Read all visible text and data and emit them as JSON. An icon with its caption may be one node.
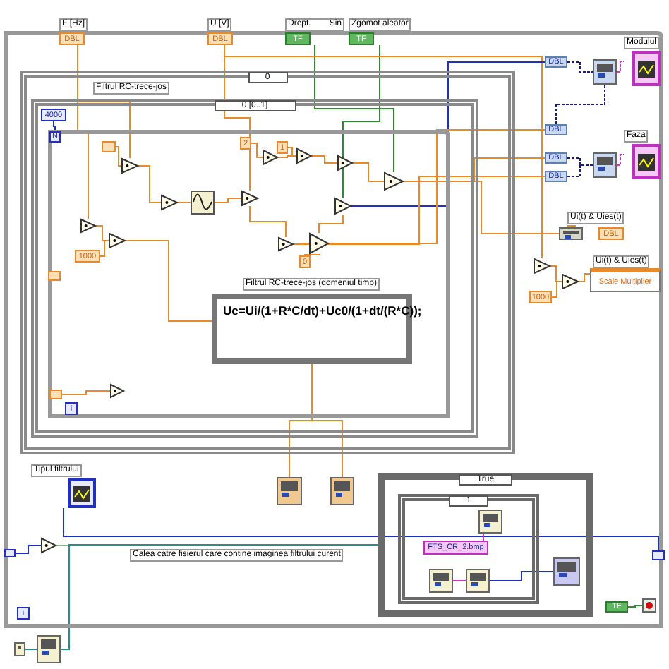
{
  "diagram": {
    "nodes": [
      {
        "text": [],
        "shape": "box"
      },
      {
        "text": [
          "0"
        ],
        "in": 0
      },
      {
        "text": [
          "0 [0..1]"
        ],
        "in": 1
      },
      {
        "text": [],
        "shape": "box",
        "in": 2
      },
      {
        "text": [
          "Filtrul RC-trece-jos (domeniul timp)",
          "Uc=Ui/(1+R*C/dt)+Uc0/(1+dt/(R*C));"
        ],
        "in": 3
      },
      {
        "text": [
          "F [Hz]",
          "DBL"
        ],
        "in": 0
      },
      {
        "text": [
          "U [V]",
          "DBL"
        ],
        "in": 0
      },
      {
        "text": [
          "Drept.",
          "Sin",
          "TF"
        ],
        "in": 0
      },
      {
        "text": [
          "Zgomot aleator",
          "TF"
        ],
        "in": 0
      },
      {
        "text": [
          "4000"
        ],
        "in": 2
      },
      {
        "text": [
          "N"
        ],
        "in": 3
      },
      {
        "text": [],
        "shape": "triangle",
        "in": 3
      },
      {
        "text": [],
        "shape": "box",
        "in": 3
      },
      {
        "text": [],
        "shape": "triangle",
        "in": 3
      },
      {
        "text": [],
        "shape": "box",
        "in": 3
      },
      {
        "text": [],
        "shape": "triangle",
        "in": 3
      },
      {
        "text": [
          "2"
        ],
        "in": 3
      },
      {
        "text": [],
        "shape": "triangle",
        "in": 3
      },
      {
        "text": [
          "1"
        ],
        "in": 3
      },
      {
        "text": [],
        "shape": "triangle",
        "in": 3
      },
      {
        "text": [],
        "shape": "triangle",
        "in": 3
      },
      {
        "text": [],
        "shape": "triangle",
        "in": 3
      },
      {
        "text": [
          "1000"
        ],
        "in": 3
      },
      {
        "text": [],
        "shape": "triangle",
        "in": 3
      },
      {
        "text": [],
        "shape": "triangle",
        "in": 3
      },
      {
        "text": [
          "0"
        ],
        "in": 3
      },
      {
        "text": [],
        "shape": "triangle",
        "in": 3
      },
      {
        "text": [],
        "shape": "triangle",
        "in": 3
      },
      {
        "text": [],
        "shape": "triangle",
        "in": 3
      },
      {
        "text": [],
        "shape": "triangle",
        "in": 3
      },
      {
        "text": [],
        "shape": "box",
        "in": 3
      },
      {
        "text": [
          "i"
        ],
        "in": 3
      },
      {
        "text": [],
        "shape": "box",
        "in": 3
      },
      {
        "text": [
          "DBL"
        ],
        "in": 0
      },
      {
        "text": [
          "DBL"
        ],
        "in": 0
      },
      {
        "text": [
          "DBL"
        ],
        "in": 0
      },
      {
        "text": [
          "DBL"
        ],
        "in": 0
      },
      {
        "text": [],
        "shape": "box",
        "in": 0
      },
      {
        "text": [],
        "shape": "box",
        "in": 0
      },
      {
        "text": [
          "Modulul"
        ],
        "in": 0
      },
      {
        "text": [
          "Faza"
        ],
        "in": 0
      },
      {
        "text": [],
        "shape": "box",
        "in": 0
      },
      {
        "text": [
          "Ui(t) & Uies(t)",
          "DBL"
        ],
        "in": 0
      },
      {
        "text": [],
        "shape": "triangle",
        "in": 0
      },
      {
        "text": [],
        "shape": "triangle",
        "in": 0
      },
      {
        "text": [
          "1000"
        ],
        "in": 0
      },
      {
        "text": [
          "Ui(t) & Uies(t)",
          "Scale Multiplier"
        ],
        "in": 0
      },
      {
        "text": [
          "Tipul filtrului"
        ],
        "in": 0
      },
      {
        "text": [],
        "shape": "box",
        "in": 0
      },
      {
        "text": [],
        "shape": "box",
        "in": 0
      },
      {
        "text": [],
        "shape": "triangle",
        "in": 0
      },
      {
        "text": [
          "True"
        ],
        "in": 0
      },
      {
        "text": [
          "1"
        ],
        "in": 51
      },
      {
        "text": [],
        "shape": "box",
        "in": 52
      },
      {
        "text": [
          "FTS_CR_2.bmp"
        ],
        "in": 52
      },
      {
        "text": [],
        "shape": "box",
        "in": 52
      },
      {
        "text": [],
        "shape": "box",
        "in": 52
      },
      {
        "text": [],
        "shape": "box",
        "in": 51
      },
      {
        "text": [
          "TF"
        ],
        "in": 0
      },
      {
        "text": [],
        "shape": "box",
        "in": 0
      },
      {
        "text": [],
        "shape": "box",
        "in": 0
      },
      {
        "text": [],
        "shape": "box"
      },
      {
        "text": [],
        "shape": "box"
      },
      {
        "text": [],
        "shape": "box",
        "in": 0
      },
      {
        "text": [
          "i"
        ],
        "in": 0
      }
    ],
    "edges": [
      {
        "from": 5,
        "to": 11,
        "arrow": "none"
      },
      {
        "from": 5,
        "to": 20,
        "arrow": "none"
      },
      {
        "from": 12,
        "to": 11,
        "arrow": "none"
      },
      {
        "from": 11,
        "to": 13,
        "arrow": "none"
      },
      {
        "from": 13,
        "to": 14,
        "arrow": "none"
      },
      {
        "from": 14,
        "to": 15,
        "arrow": "none"
      },
      {
        "from": 6,
        "to": 15,
        "arrow": "none"
      },
      {
        "from": 16,
        "to": 17,
        "arrow": "none"
      },
      {
        "from": 18,
        "to": 19,
        "arrow": "none"
      },
      {
        "from": 17,
        "to": 19,
        "arrow": "none"
      },
      {
        "from": 7,
        "to": 26,
        "arrow": "none",
        "color": "#2e8b2e"
      },
      {
        "from": 8,
        "to": 28,
        "arrow": "none",
        "color": "#2e8b2e"
      },
      {
        "from": 15,
        "to": 23,
        "arrow": "none"
      },
      {
        "from": 23,
        "to": 24,
        "arrow": "none"
      },
      {
        "from": 25,
        "to": 24,
        "arrow": "none"
      },
      {
        "from": 19,
        "to": 27,
        "arrow": "none"
      },
      {
        "from": 27,
        "to": 26,
        "arrow": "none"
      },
      {
        "from": 24,
        "to": 28,
        "arrow": "none"
      },
      {
        "from": 20,
        "to": 21,
        "arrow": "none"
      },
      {
        "from": 22,
        "to": 21,
        "arrow": "none"
      },
      {
        "from": 21,
        "to": 4,
        "arrow": "none"
      },
      {
        "from": 30,
        "to": 29,
        "arrow": "none"
      },
      {
        "from": 9,
        "to": 10,
        "arrow": "none",
        "color": "#2030c0"
      },
      {
        "from": 26,
        "to": 41,
        "arrow": "none"
      },
      {
        "from": 41,
        "to": 42,
        "arrow": "none"
      },
      {
        "from": 6,
        "to": 43,
        "arrow": "none"
      },
      {
        "from": 43,
        "to": 44,
        "arrow": "none"
      },
      {
        "from": 45,
        "to": 44,
        "arrow": "none"
      },
      {
        "from": 44,
        "to": 46,
        "arrow": "none"
      },
      {
        "from": 33,
        "to": 37,
        "arrow": "none",
        "style": "dashed",
        "color": "#1a1a8a"
      },
      {
        "from": 34,
        "to": 37,
        "arrow": "none",
        "style": "dashed",
        "color": "#1a1a8a"
      },
      {
        "from": 35,
        "to": 38,
        "arrow": "none",
        "style": "dashed",
        "color": "#1a1a8a"
      },
      {
        "from": 36,
        "to": 38,
        "arrow": "none",
        "style": "dashed",
        "color": "#1a1a8a"
      },
      {
        "from": 37,
        "to": 39,
        "arrow": "none",
        "style": "dashed",
        "color": "#d030d0"
      },
      {
        "from": 38,
        "to": 40,
        "arrow": "none",
        "style": "dashed",
        "color": "#d030d0"
      },
      {
        "from": 4,
        "to": 48,
        "arrow": "none"
      },
      {
        "from": 4,
        "to": 49,
        "arrow": "none"
      },
      {
        "from": 47,
        "to": 63,
        "arrow": "none",
        "color": "#2030c0"
      },
      {
        "from": 60,
        "to": 50,
        "arrow": "none",
        "color": "#2030c0"
      },
      {
        "from": 50,
        "to": 51,
        "arrow": "none",
        "color": "#88b888"
      },
      {
        "from": 62,
        "to": 51,
        "arrow": "none",
        "color": "#2c8c8c"
      },
      {
        "from": 61,
        "to": 62,
        "arrow": "none",
        "color": "#2c8c8c"
      },
      {
        "from": 54,
        "to": 53,
        "arrow": "none",
        "color": "#d030d0"
      },
      {
        "from": 55,
        "to": 56,
        "arrow": "none",
        "color": "#d030d0"
      },
      {
        "from": 56,
        "to": 57,
        "arrow": "none",
        "color": "#2030c0"
      },
      {
        "from": 58,
        "to": 59,
        "arrow": "none",
        "color": "#2e8b2e"
      },
      {
        "from": 28,
        "to": 33,
        "arrow": "none",
        "color": "#2030c0"
      },
      {
        "from": 24,
        "to": 34,
        "arrow": "none"
      },
      {
        "from": 26,
        "to": 35,
        "arrow": "none"
      },
      {
        "from": 23,
        "to": 36,
        "arrow": "none"
      }
    ],
    "labels": [
      "Filtrul RC-trece-jos",
      "Calea catre fisierul care contine imaginea filtrului curent"
    ]
  }
}
